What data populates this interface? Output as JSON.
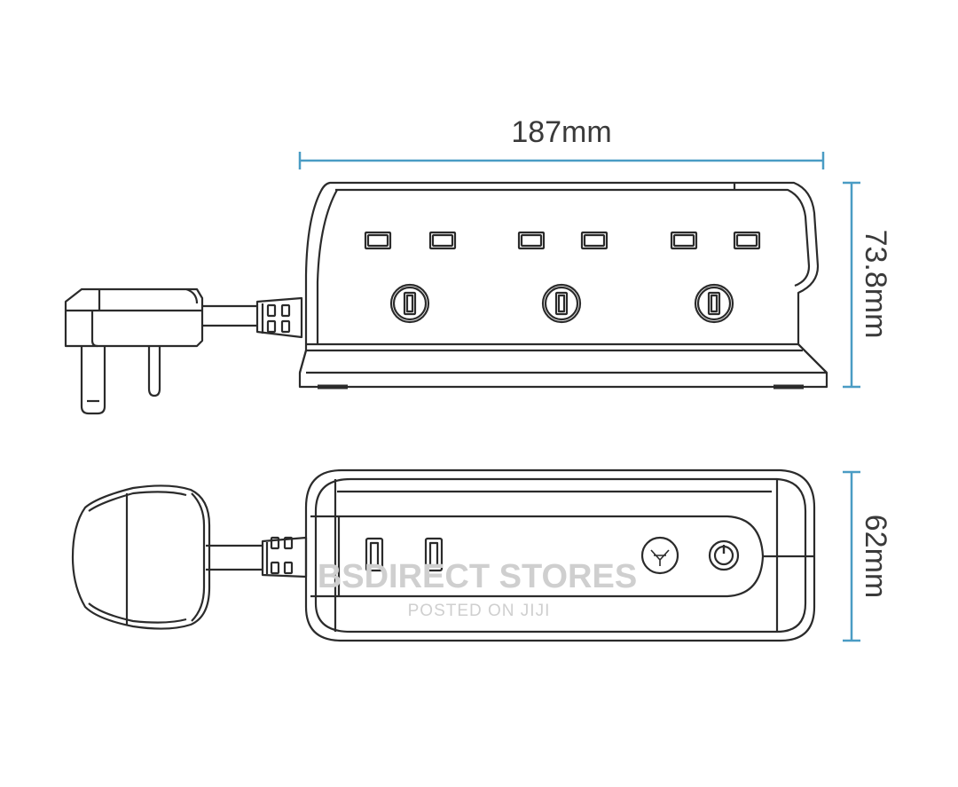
{
  "dimensions": {
    "width_label": "187mm",
    "height_label": "73.8mm",
    "depth_label": "62mm"
  },
  "watermark": {
    "main": "BSDIRECT STORES",
    "sub": "POSTED ON JIJI"
  },
  "colors": {
    "outline": "#2b2b2b",
    "dimension_line": "#4a9cc4",
    "label_text": "#3a3a3a",
    "watermark": "#cfcfcf"
  }
}
